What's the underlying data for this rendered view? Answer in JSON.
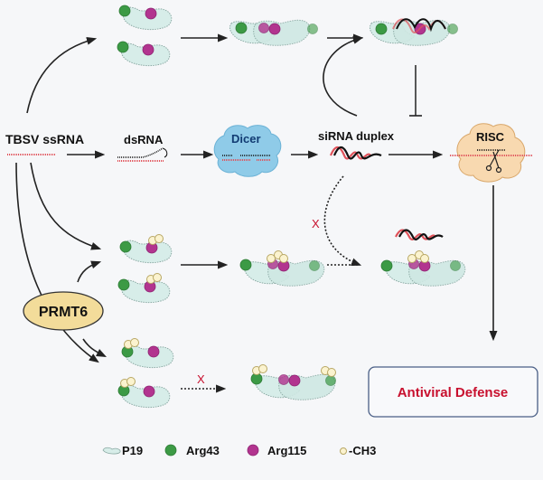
{
  "labels": {
    "tbsv": "TBSV ssRNA",
    "dsrna": "dsRNA",
    "dicer": "Dicer",
    "sirna": "siRNA duplex",
    "risc": "RISC",
    "prmt6": "PRMT6",
    "antiviral": "Antiviral Defense",
    "blocked_mark_1": "X",
    "blocked_mark_2": "X"
  },
  "legend": [
    {
      "name": "P19",
      "icon": "p19-shape-icon"
    },
    {
      "name": "Arg43",
      "icon": "green-circle-icon"
    },
    {
      "name": "Arg115",
      "icon": "magenta-circle-icon"
    },
    {
      "name": "-CH3",
      "icon": "methyl-circle-icon"
    }
  ],
  "colors": {
    "p19_fill": "#d7ede9",
    "arg43": "#3c9a45",
    "arg115": "#b2348f",
    "ch3": "#fbf3cf",
    "dicer": "#8fcbe8",
    "risc": "#f8d9b0",
    "prmt6": "#f3dc9a",
    "rna_red": "#e0525a",
    "antiviral_text": "#c8102e",
    "antiviral_border": "#4a5f86"
  }
}
